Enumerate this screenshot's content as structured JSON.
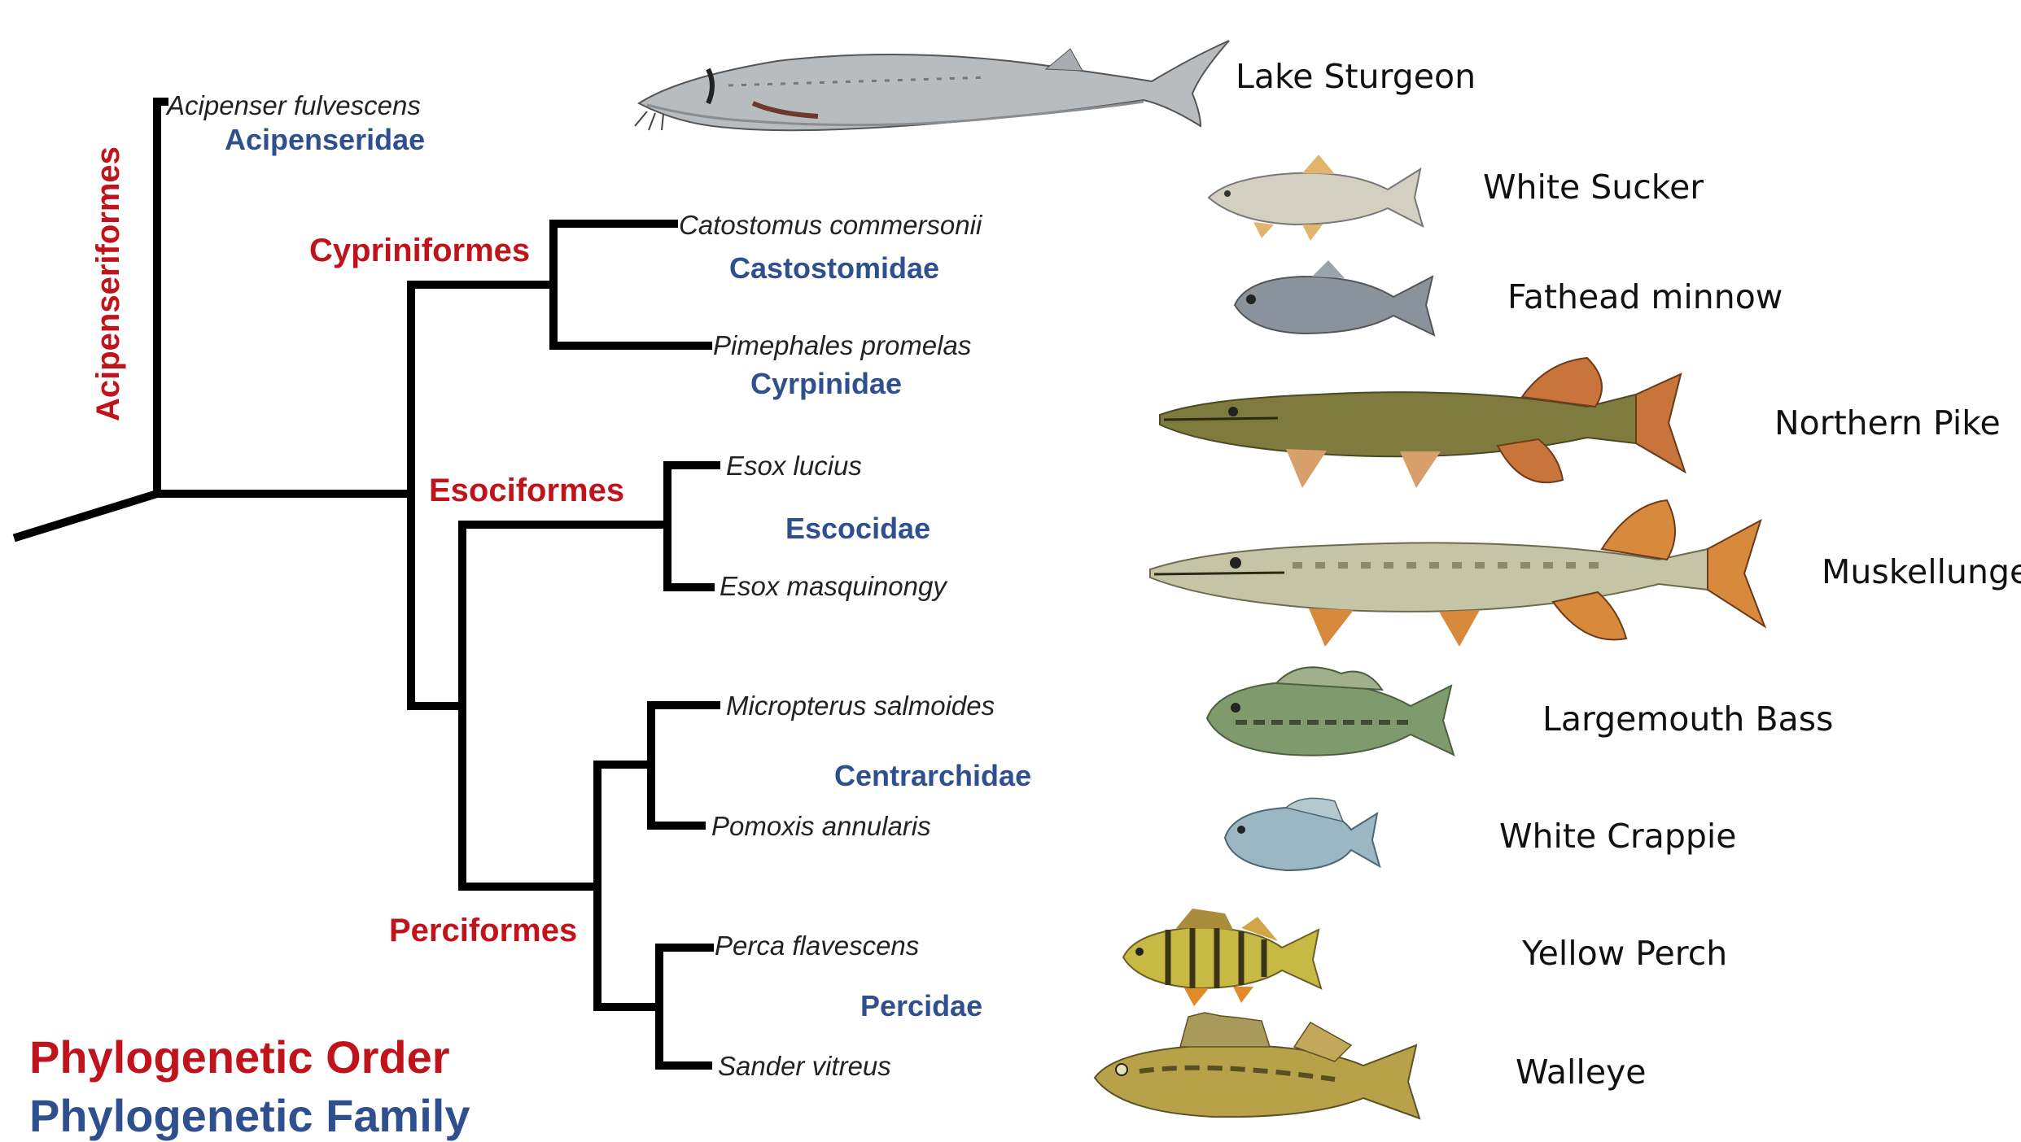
{
  "species": [
    {
      "id": "acipenser",
      "scientific": "Acipenser fulvescens",
      "common": "Lake Sturgeon"
    },
    {
      "id": "catostomus",
      "scientific": "Catostomus commersonii",
      "common": "White Sucker"
    },
    {
      "id": "pimephales",
      "scientific": "Pimephales promelas",
      "common": "Fathead minnow"
    },
    {
      "id": "esox-lucius",
      "scientific": "Esox lucius",
      "common": "Northern Pike"
    },
    {
      "id": "esox-masquinongy",
      "scientific": "Esox masquinongy",
      "common": "Muskellunge"
    },
    {
      "id": "micropterus",
      "scientific": "Micropterus salmoides",
      "common": "Largemouth Bass"
    },
    {
      "id": "pomoxis",
      "scientific": "Pomoxis annularis",
      "common": "White Crappie"
    },
    {
      "id": "perca",
      "scientific": "Perca flavescens",
      "common": "Yellow Perch"
    },
    {
      "id": "sander",
      "scientific": "Sander vitreus",
      "common": "Walleye"
    }
  ],
  "families": [
    "Acipenseridae",
    "Castostomidae",
    "Cyrpinidae",
    "Escocidae",
    "Centrarchidae",
    "Percidae"
  ],
  "orders": [
    "Acipenseriformes",
    "Cypriniformes",
    "Esociformes",
    "Perciformes"
  ],
  "legend": {
    "order_label": "Phylogenetic Order",
    "family_label": "Phylogenetic Family"
  },
  "colors": {
    "order": "#c0141c",
    "family": "#2f4f8f",
    "tree": "#000000"
  }
}
